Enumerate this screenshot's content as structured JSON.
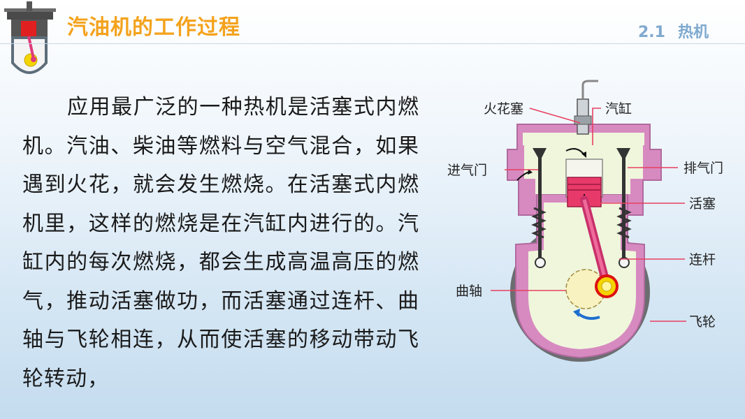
{
  "header": {
    "title": "汽油机的工作过程",
    "section_number": "2.1",
    "section_title": "热机"
  },
  "paragraph": "应用最广泛的一种热机是活塞式内燃机。汽油、柴油等燃料与空气混合，如果遇到火花，就会发生燃烧。在活塞式内燃机里，这样的燃烧是在汽缸内进行的。汽缸内的每次燃烧，都会生成高温高压的燃气，推动活塞做功，而活塞通过连杆、曲轴与飞轮相连，从而使活塞的移动带动飞轮转动，",
  "diagram_labels": {
    "spark_plug": "火花塞",
    "cylinder": "汽缸",
    "intake_valve": "进气门",
    "exhaust_valve": "排气门",
    "piston": "活塞",
    "connecting_rod": "连杆",
    "crankshaft": "曲轴",
    "flywheel": "飞轮"
  },
  "colors": {
    "title": "#f4a21c",
    "section": "#7fa9cf",
    "engine_body": "#d78ac0",
    "piston": "#e83a6a",
    "flywheel": "#6b6d70",
    "leader_line": "#e84060"
  }
}
